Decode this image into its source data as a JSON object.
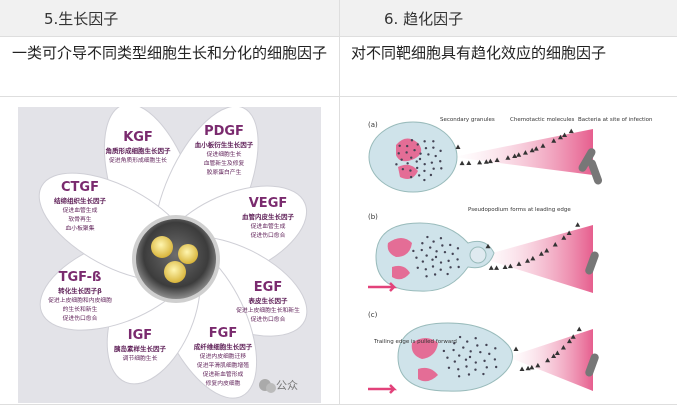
{
  "columns": [
    {
      "header": "5.生长因子",
      "description": "一类可介导不同类型细胞生长和分化的细胞因子",
      "figure": {
        "petals": [
          {
            "name": "KGF",
            "lines": [
              "角质形成细胞生长因子",
              "促进角质形成细胞生长"
            ]
          },
          {
            "name": "PDGF",
            "lines": [
              "血小板衍生生长因子",
              "促进细胞生长",
              "血管新生及修复",
              "胶原蛋白产生"
            ]
          },
          {
            "name": "VEGF",
            "lines": [
              "血管内皮生长因子",
              "促进血管生成",
              "促进伤口愈合"
            ]
          },
          {
            "name": "EGF",
            "lines": [
              "表皮生长因子",
              "促进上皮细胞生长和新生",
              "促进伤口愈合"
            ]
          },
          {
            "name": "FGF",
            "lines": [
              "成纤维细胞生长因子",
              "促进内皮细胞迁移",
              "促进平滑肌细胞增殖",
              "促进新血管形成",
              "修复内皮细胞"
            ]
          },
          {
            "name": "IGF",
            "lines": [
              "胰岛素样生长因子",
              "调节细胞生长"
            ]
          },
          {
            "name": "TGF-ß",
            "lines": [
              "转化生长因子β",
              "促进上皮细胞和内皮细胞",
              "的生长和新生",
              "促进伤口愈合"
            ]
          },
          {
            "name": "CTGF",
            "lines": [
              "结缔组织生长因子",
              "促进血管生成",
              "软骨再生",
              "血小板聚集"
            ]
          }
        ],
        "watermark": "公众"
      }
    },
    {
      "header": "6. 趋化因子",
      "description": "对不同靶细胞具有趋化效应的细胞因子",
      "figure": {
        "panels": [
          {
            "tag": "(a)",
            "labels": [
              "Secondary granules",
              "Chemotactic molecules",
              "Bacteria at site of infection"
            ]
          },
          {
            "tag": "(b)",
            "labels": [
              "Pseudopodium forms at leading edge"
            ]
          },
          {
            "tag": "(c)",
            "labels": [
              "Trailing edge is pulled forward"
            ]
          }
        ]
      }
    }
  ],
  "colors": {
    "petal_title": "#7a2a6e",
    "petal_text": "#5e1f57",
    "petal_fill": "#ffffff",
    "pink": "#e8507a",
    "header_bg": "#f1f1f1"
  }
}
